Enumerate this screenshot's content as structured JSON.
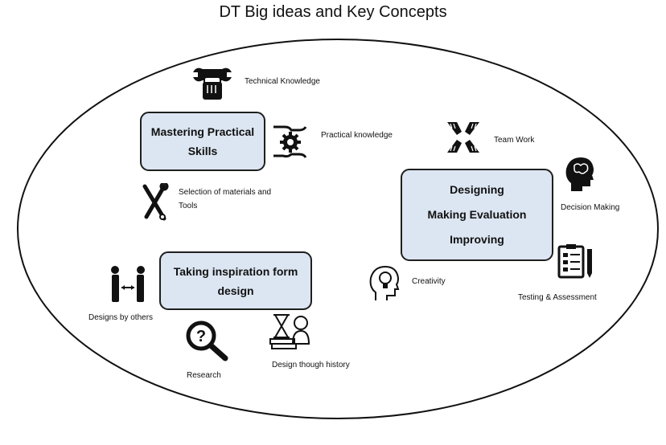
{
  "title": "DT Big ideas and Key Concepts",
  "boxes": {
    "mastering": {
      "line1": "Mastering Practical",
      "line2": "Skills"
    },
    "inspiration": {
      "line1": "Taking inspiration form",
      "line2": "design"
    },
    "designing": {
      "line1": "Designing",
      "line2": "Making Evaluation",
      "line3": "Improving"
    }
  },
  "labels": {
    "technical_knowledge": "Technical Knowledge",
    "practical_knowledge": "Practical knowledge",
    "selection_line1": "Selection of materials and",
    "selection_line2": "Tools",
    "team_work": "Team Work",
    "decision_making": "Decision Making",
    "creativity": "Creativity",
    "testing": "Testing & Assessment",
    "designs_by_others": "Designs by others",
    "research": "Research",
    "design_history": "Design though history"
  },
  "icons": {
    "technical_knowledge": "wrench-hand-icon",
    "practical_knowledge": "hands-gear-icon",
    "selection": "screwdriver-wrench-icon",
    "team_work": "team-hands-icon",
    "decision_making": "head-brain-icon",
    "creativity": "head-lightbulb-icon",
    "testing": "checklist-icon",
    "designs_by_others": "people-exchange-icon",
    "research": "magnifier-question-icon",
    "design_history": "books-hourglass-icon"
  }
}
